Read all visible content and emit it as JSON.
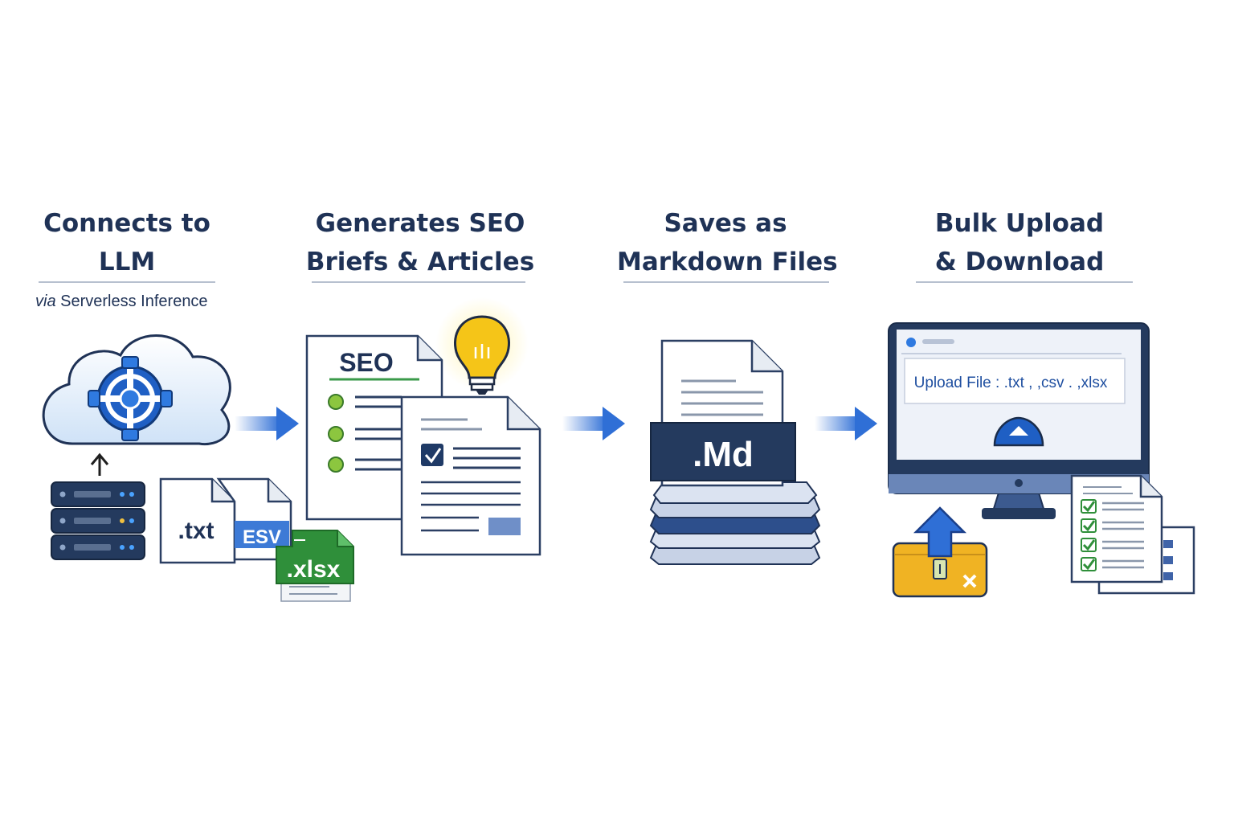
{
  "stages": [
    {
      "title_line1": "Connects to",
      "title_line2": "LLM",
      "subtitle_via": "via",
      "subtitle_rest": "Serverless Inference"
    },
    {
      "title_line1": "Generates SEO",
      "title_line2": "Briefs & Articles"
    },
    {
      "title_line1": "Saves as",
      "title_line2": "Markdown Files"
    },
    {
      "title_line1": "Bulk Upload",
      "title_line2": "& Download"
    }
  ],
  "file_labels": {
    "txt": ".txt",
    "csv": "ESV",
    "xlsx": ".xlsx"
  },
  "seo_doc_label": "SEO",
  "md_label": ".Md",
  "upload_prompt": "Upload File : .txt , ,csv . ,xlsx",
  "colors": {
    "title": "#1f3256",
    "arrow": "#2f6fd6",
    "navy": "#243a5e",
    "green": "#2f8f3a",
    "bulb": "#f5c518",
    "box": "#f0b323"
  },
  "icons": [
    "cloud-icon",
    "server-icon",
    "lightbulb-icon",
    "checkbox-icon",
    "monitor-icon",
    "upload-box-icon",
    "checklist-icon"
  ]
}
